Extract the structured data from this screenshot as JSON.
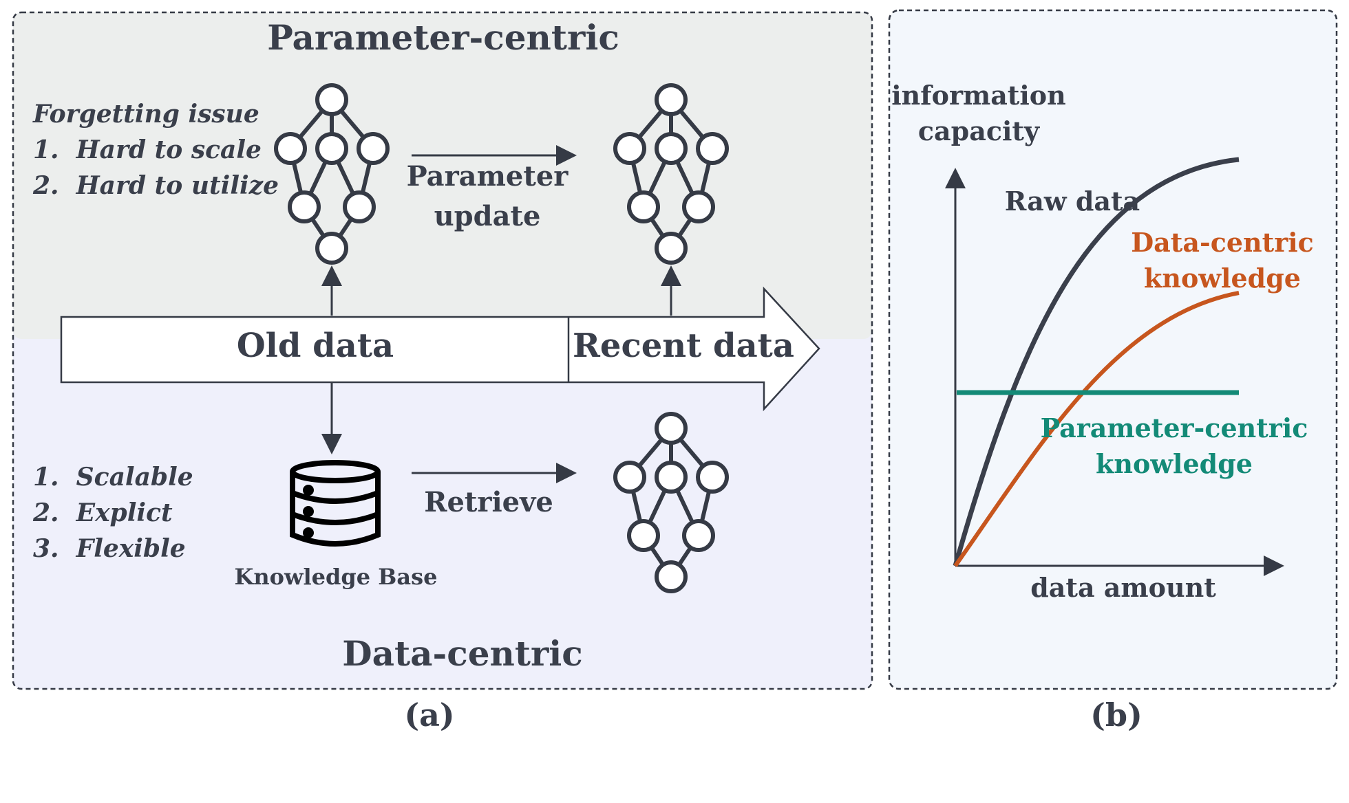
{
  "panel_a": {
    "title_top": "Parameter-centric",
    "title_bottom": "Data-centric",
    "caption": "(a)",
    "param_issues": {
      "heading": "Forgetting issue",
      "items": [
        "1.  Hard to scale",
        "2.  Hard to utilize"
      ]
    },
    "data_benefits": {
      "items": [
        "1.  Scalable",
        "2.  Explict",
        "3.  Flexible"
      ]
    },
    "timeline": {
      "old": "Old data",
      "recent": "Recent data"
    },
    "param_update": [
      "Parameter",
      "update"
    ],
    "retrieve": "Retrieve",
    "kb_label": "Knowledge Base",
    "colors": {
      "top_bg": "#eceeed",
      "bottom_bg": "#eff0fb",
      "green": "#1b8a2b",
      "blue": "#2f7fe0",
      "yellow": "#f5c84a",
      "orange": "#c7501a",
      "light_orange": "#ee9a4a"
    }
  },
  "panel_b": {
    "caption": "(b)",
    "ylabel": [
      "information",
      "capacity"
    ],
    "xlabel": "data amount",
    "series_labels": {
      "raw": "Raw data",
      "data_centric": [
        "Data-centric",
        "knowledge"
      ],
      "param_centric": [
        "Parameter-centric",
        "knowledge"
      ]
    },
    "colors": {
      "raw": "#3a3f4b",
      "data_centric": "#c7561e",
      "param_centric": "#138a77",
      "bg": "#f3f7fc"
    }
  }
}
